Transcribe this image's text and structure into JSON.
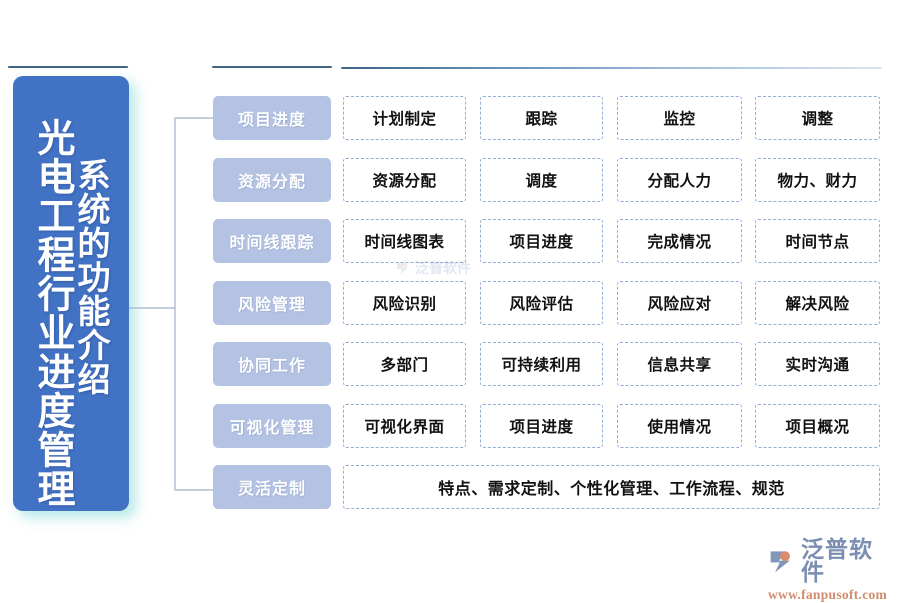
{
  "title_panel": {
    "main_text": "光电工程行业进度管理",
    "sub_text": "系统的功能介绍",
    "background_color": "#4272c4",
    "glow_color": "#d7f4f3"
  },
  "theme": {
    "category_fill": "#b4c3e3",
    "cell_border": "#93aed4",
    "rule_color": "#3f6484",
    "brand_name_color": "#7b8db0",
    "brand_url_color": "#cf8d6e"
  },
  "rules": {
    "title_rule": "",
    "category_rule": "",
    "content_rule": ""
  },
  "rows": [
    {
      "category": "项目进度",
      "cells": [
        "计划制定",
        "跟踪",
        "监控",
        "调整"
      ],
      "wide": false
    },
    {
      "category": "资源分配",
      "cells": [
        "资源分配",
        "调度",
        "分配人力",
        "物力、财力"
      ],
      "wide": false
    },
    {
      "category": "时间线跟踪",
      "cells": [
        "时间线图表",
        "项目进度",
        "完成情况",
        "时间节点"
      ],
      "wide": false
    },
    {
      "category": "风险管理",
      "cells": [
        "风险识别",
        "风险评估",
        "风险应对",
        "解决风险"
      ],
      "wide": false
    },
    {
      "category": "协同工作",
      "cells": [
        "多部门",
        "可持续利用",
        "信息共享",
        "实时沟通"
      ],
      "wide": false
    },
    {
      "category": "可视化管理",
      "cells": [
        "可视化界面",
        "项目进度",
        "使用情况",
        "项目概况"
      ],
      "wide": false
    },
    {
      "category": "灵活定制",
      "cells": [
        "特点、需求定制、个性化管理、工作流程、规范"
      ],
      "wide": true
    }
  ],
  "watermark": {
    "name": "泛普软件"
  },
  "brand": {
    "name": "泛普软件",
    "url": "www.fanpusoft.com"
  }
}
